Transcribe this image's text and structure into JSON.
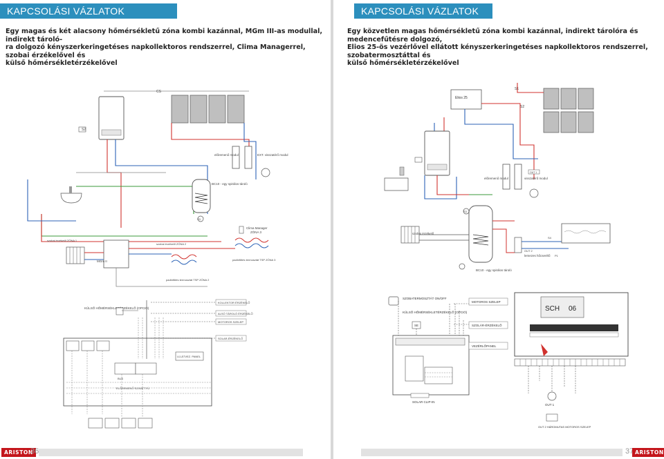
{
  "left": {
    "title": "KAPCSOLÁSI VÁZLATOK",
    "subtitle_lines": [
      "Egy magas és két alacsony hőmérsékletű zóna kombi kazánnal, MGm III-as modullal, indirekt tároló-",
      "ra dolgozó kényszerkeringetéses napkollektoros rendszerrel, Clima Managerrel, szobai érzékelővel és",
      "külső hőmérsékletérzékelővel"
    ],
    "page_number": "36",
    "logo": "ARISTON",
    "diagram_labels": {
      "cs": "CS",
      "s2": "S2",
      "eloremeno_modul": "előremenő modul",
      "visszatero_modul": "EXT. visszatérő modul",
      "bc10": "BC10 - egy spirálos tároló",
      "s3": "S3",
      "clima": "Clima Manager",
      "zona3": "ZÓNA 3",
      "szobai_zona1": "szobai érzékelő ZÓNA 1",
      "szobai_zona2": "szobai érzékelő ZÓNA 2",
      "padlo_zona3": "padlófűtés termosztát TSP ZÓNA 3",
      "padlo_zona2": "padlófűtés termosztát TSP ZÓNA 2",
      "mgm": "MGm II",
      "kulso": "KÜLSŐ HŐMÉRSÉKLETÉRZÉKELŐ (OPCIÓ)",
      "kollektor": "KOLLEKTOR ÉRZÉKELŐ",
      "alsotar": "ALSÓ TÁROLÓ ÉRZÉKELŐ",
      "motoros": "MOTOROS SZELEP",
      "solar": "SOLAR-ÉRZÉKELŐ",
      "ujkeret": "UJ-ÁTVEZ. PANEL",
      "bus": "BUS",
      "eloremeno_szivattyu": "ELŐREMENŐ SZIVATTYÚ"
    }
  },
  "right": {
    "title": "KAPCSOLÁSI VÁZLATOK",
    "subtitle_lines": [
      "Egy közvetlen magas hőmérsékletű zóna kombi kazánnal, indirekt tárolóra és medencefűtésre dolgozó,",
      "Elios 25-ös vezérlővel ellátott kényszerkeringetéses napkollektoros rendszerrel, szobatermosztáttal és",
      "külső hőmérsékletérzékelővel"
    ],
    "page_number": "37",
    "logo": "ARISTON",
    "diagram_labels": {
      "s1": "S1",
      "s2": "S2",
      "elios": "Elios 25",
      "eloremeno_modul": "előremenő modul",
      "visszatero_modul": "visszatérő modul",
      "out1": "OUT 1",
      "out2": "OUT 2",
      "s3": "S3",
      "szobai": "szobai érzékelő",
      "bc10": "BC10 - egy spirálos tároló",
      "lemezes": "lemezes hőcserélő",
      "s4": "S4",
      "p1": "P1",
      "szobatermosztat": "SZOBATERMOSZTÁT ON/OFF",
      "motoros": "MOTOROS SZELEP",
      "kulso": "KÜLSŐ HŐMÉRSÉKLETÉRZÉKELŐ (OPCIÓ)",
      "se": "SE",
      "szolar_erzekelo": "SZOLÁR-ÉRZÉKELŐ",
      "vezerlopanel": "VEZÉRLŐPANEL",
      "solar_clip": "SOLAR CLIP-IN",
      "out_1": "OUT 1",
      "out2_valve": "OUT 2 HÁROMUTAS MOTOROS SZELEP",
      "display": "SCH",
      "display_num": "06"
    }
  },
  "colors": {
    "title_bg": "#2c8fbd",
    "logo_bg": "#c4161c",
    "hot_line": "#d0312d",
    "cold_line": "#2b62b6",
    "green_line": "#3a9a3a",
    "wire": "#666666"
  }
}
